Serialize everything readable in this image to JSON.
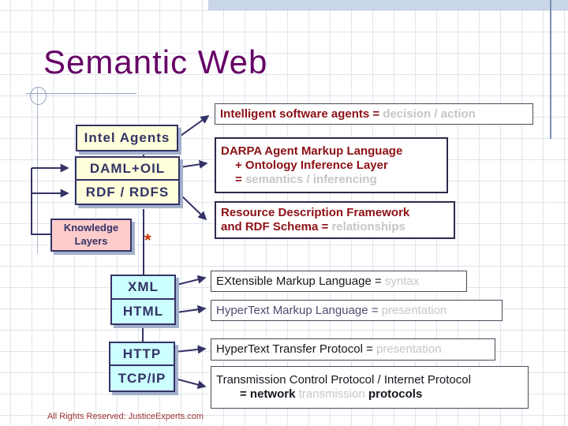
{
  "slide": {
    "title": "Semantic Web",
    "footer": "All Rights Reserved: JusticeExperts.com"
  },
  "layer_boxes": {
    "intel": "Intel Agents",
    "daml": "DAML+OIL",
    "rdf": "RDF / RDFS",
    "knowledge_line1": "Knowledge",
    "knowledge_line2": "Layers",
    "xml": "XML",
    "html": "HTML",
    "http": "HTTP",
    "tcpip": "TCP/IP",
    "asterisk": "*"
  },
  "right_boxes": {
    "agents": {
      "primary": "Intelligent software agents = ",
      "secondary": "decision / action"
    },
    "darpa": {
      "line1": "DARPA Agent Markup Language",
      "line2": "+ Ontology Inference Layer",
      "line3_prefix": "= ",
      "line3_secondary": "semantics / inferencing"
    },
    "rdf": {
      "line1": "Resource Description Framework",
      "line2_prefix": "and RDF Schema = ",
      "line2_secondary": "relationships"
    },
    "xml": {
      "primary": "EXtensible Markup Language = ",
      "secondary": "syntax"
    },
    "html": {
      "primary": "HyperText Markup Language = ",
      "secondary": "presentation"
    },
    "http": {
      "primary": "HyperText Transfer Protocol = ",
      "secondary": "presentation"
    },
    "tcp": {
      "line1": "Transmission Control Protocol / Internet Protocol",
      "line2_a": "= network ",
      "line2_b": "transmission ",
      "line2_c": "protocols"
    }
  },
  "colors": {
    "title": "#660066",
    "box_border_navy": "#333366",
    "box_text_navy": "#333366",
    "cream_fill": "#ffffdb",
    "pink_fill": "#ffcccc",
    "cyan_fill": "#ccffff",
    "shadow": "#a3b0cc",
    "maroon_text": "#8c1016",
    "silver_text": "#c6c6c6",
    "asterisk_red": "#cc3300",
    "connector_navy": "#333366",
    "top_band_blue": "#c9d6e8"
  }
}
